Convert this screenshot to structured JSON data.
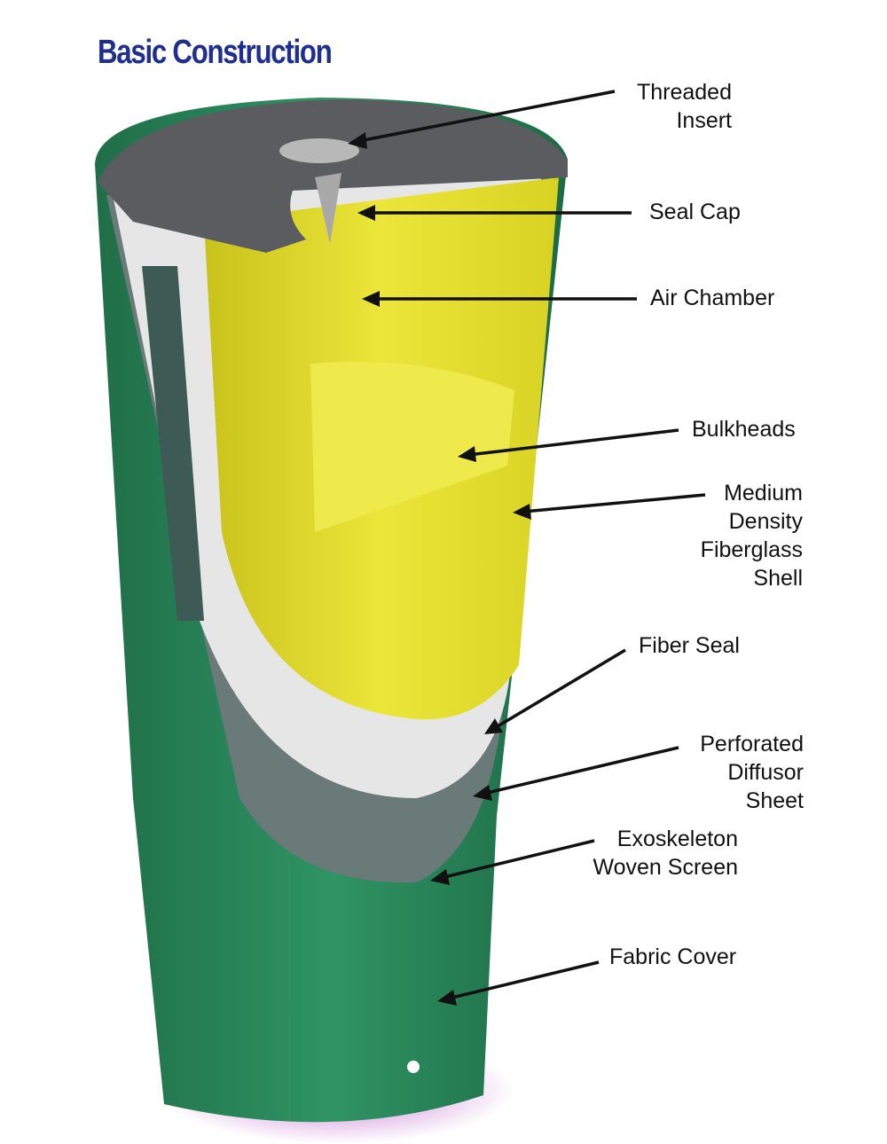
{
  "title": "Basic Construction",
  "labels": {
    "threaded_insert": [
      "Threaded",
      "Insert"
    ],
    "seal_cap": "Seal Cap",
    "air_chamber": "Air Chamber",
    "bulkheads": "Bulkheads",
    "fiberglass_shell": [
      "Medium",
      "Density",
      "Fiberglass",
      "Shell"
    ],
    "fiber_seal": "Fiber Seal",
    "diffusor_sheet": [
      "Perforated",
      "Diffusor",
      "Sheet"
    ],
    "woven_screen": [
      "Exoskeleton",
      "Woven Screen"
    ],
    "fabric_cover": "Fabric Cover"
  },
  "colors": {
    "title": "#1f2f8f",
    "fabric": "#2e8a5e",
    "fiberglass": "#e0dc2a",
    "cap": "#55575a",
    "seal": "#e4e4e4"
  }
}
